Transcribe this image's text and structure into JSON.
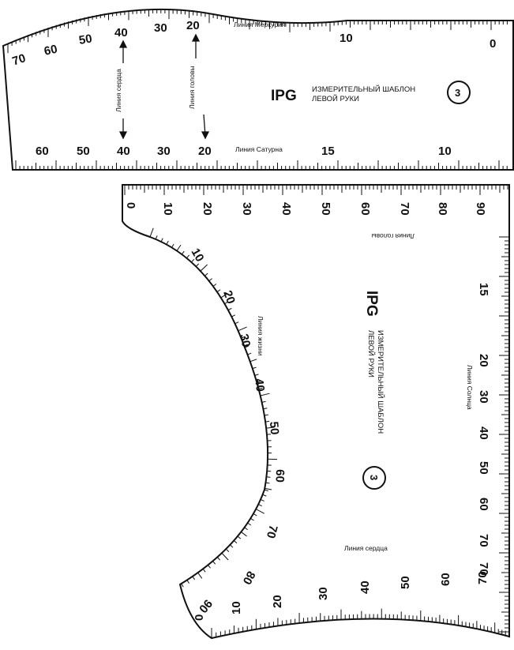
{
  "templates": [
    {
      "id": "top-template",
      "brand": "IPG",
      "title_line1": "ИЗМЕРИТЕЛЬНЫЙ ШАБЛОН",
      "title_line2": "ЛЕВОЙ РУКИ",
      "number": "3",
      "mercury_label": "Линия Меркурия",
      "saturn_label": "Линия Сатурна",
      "heart_label": "Линия сердца",
      "head_label": "Линия головы",
      "top_scale_numbers": [
        "70",
        "60",
        "50",
        "40",
        "30",
        "20",
        "10",
        "0"
      ],
      "bottom_scale_numbers": [
        "60",
        "50",
        "40",
        "30",
        "20",
        "15",
        "10"
      ]
    },
    {
      "id": "bottom-template",
      "brand": "IPG",
      "title_line1": "ИЗМЕРИТЕЛЬНЫЙ ШАБЛОН",
      "title_line2": "ЛЕВОЙ РУКИ",
      "number": "3",
      "head_label": "Линия головы",
      "life_label": "Линия жизни",
      "sun_label": "Линия Солнца",
      "heart_label": "Линия сердца",
      "top_scale_numbers": [
        "0",
        "10",
        "20",
        "30",
        "40",
        "50",
        "60",
        "70",
        "80",
        "90"
      ],
      "curve_scale_numbers": [
        "10",
        "20",
        "30",
        "40",
        "50",
        "60",
        "70",
        "80",
        "90"
      ],
      "right_scale_numbers": [
        "15",
        "20",
        "30",
        "40",
        "50",
        "60",
        "70",
        "70"
      ],
      "bottom_scale_numbers": [
        "0",
        "10",
        "20",
        "30",
        "40",
        "50",
        "60",
        "70"
      ]
    }
  ]
}
